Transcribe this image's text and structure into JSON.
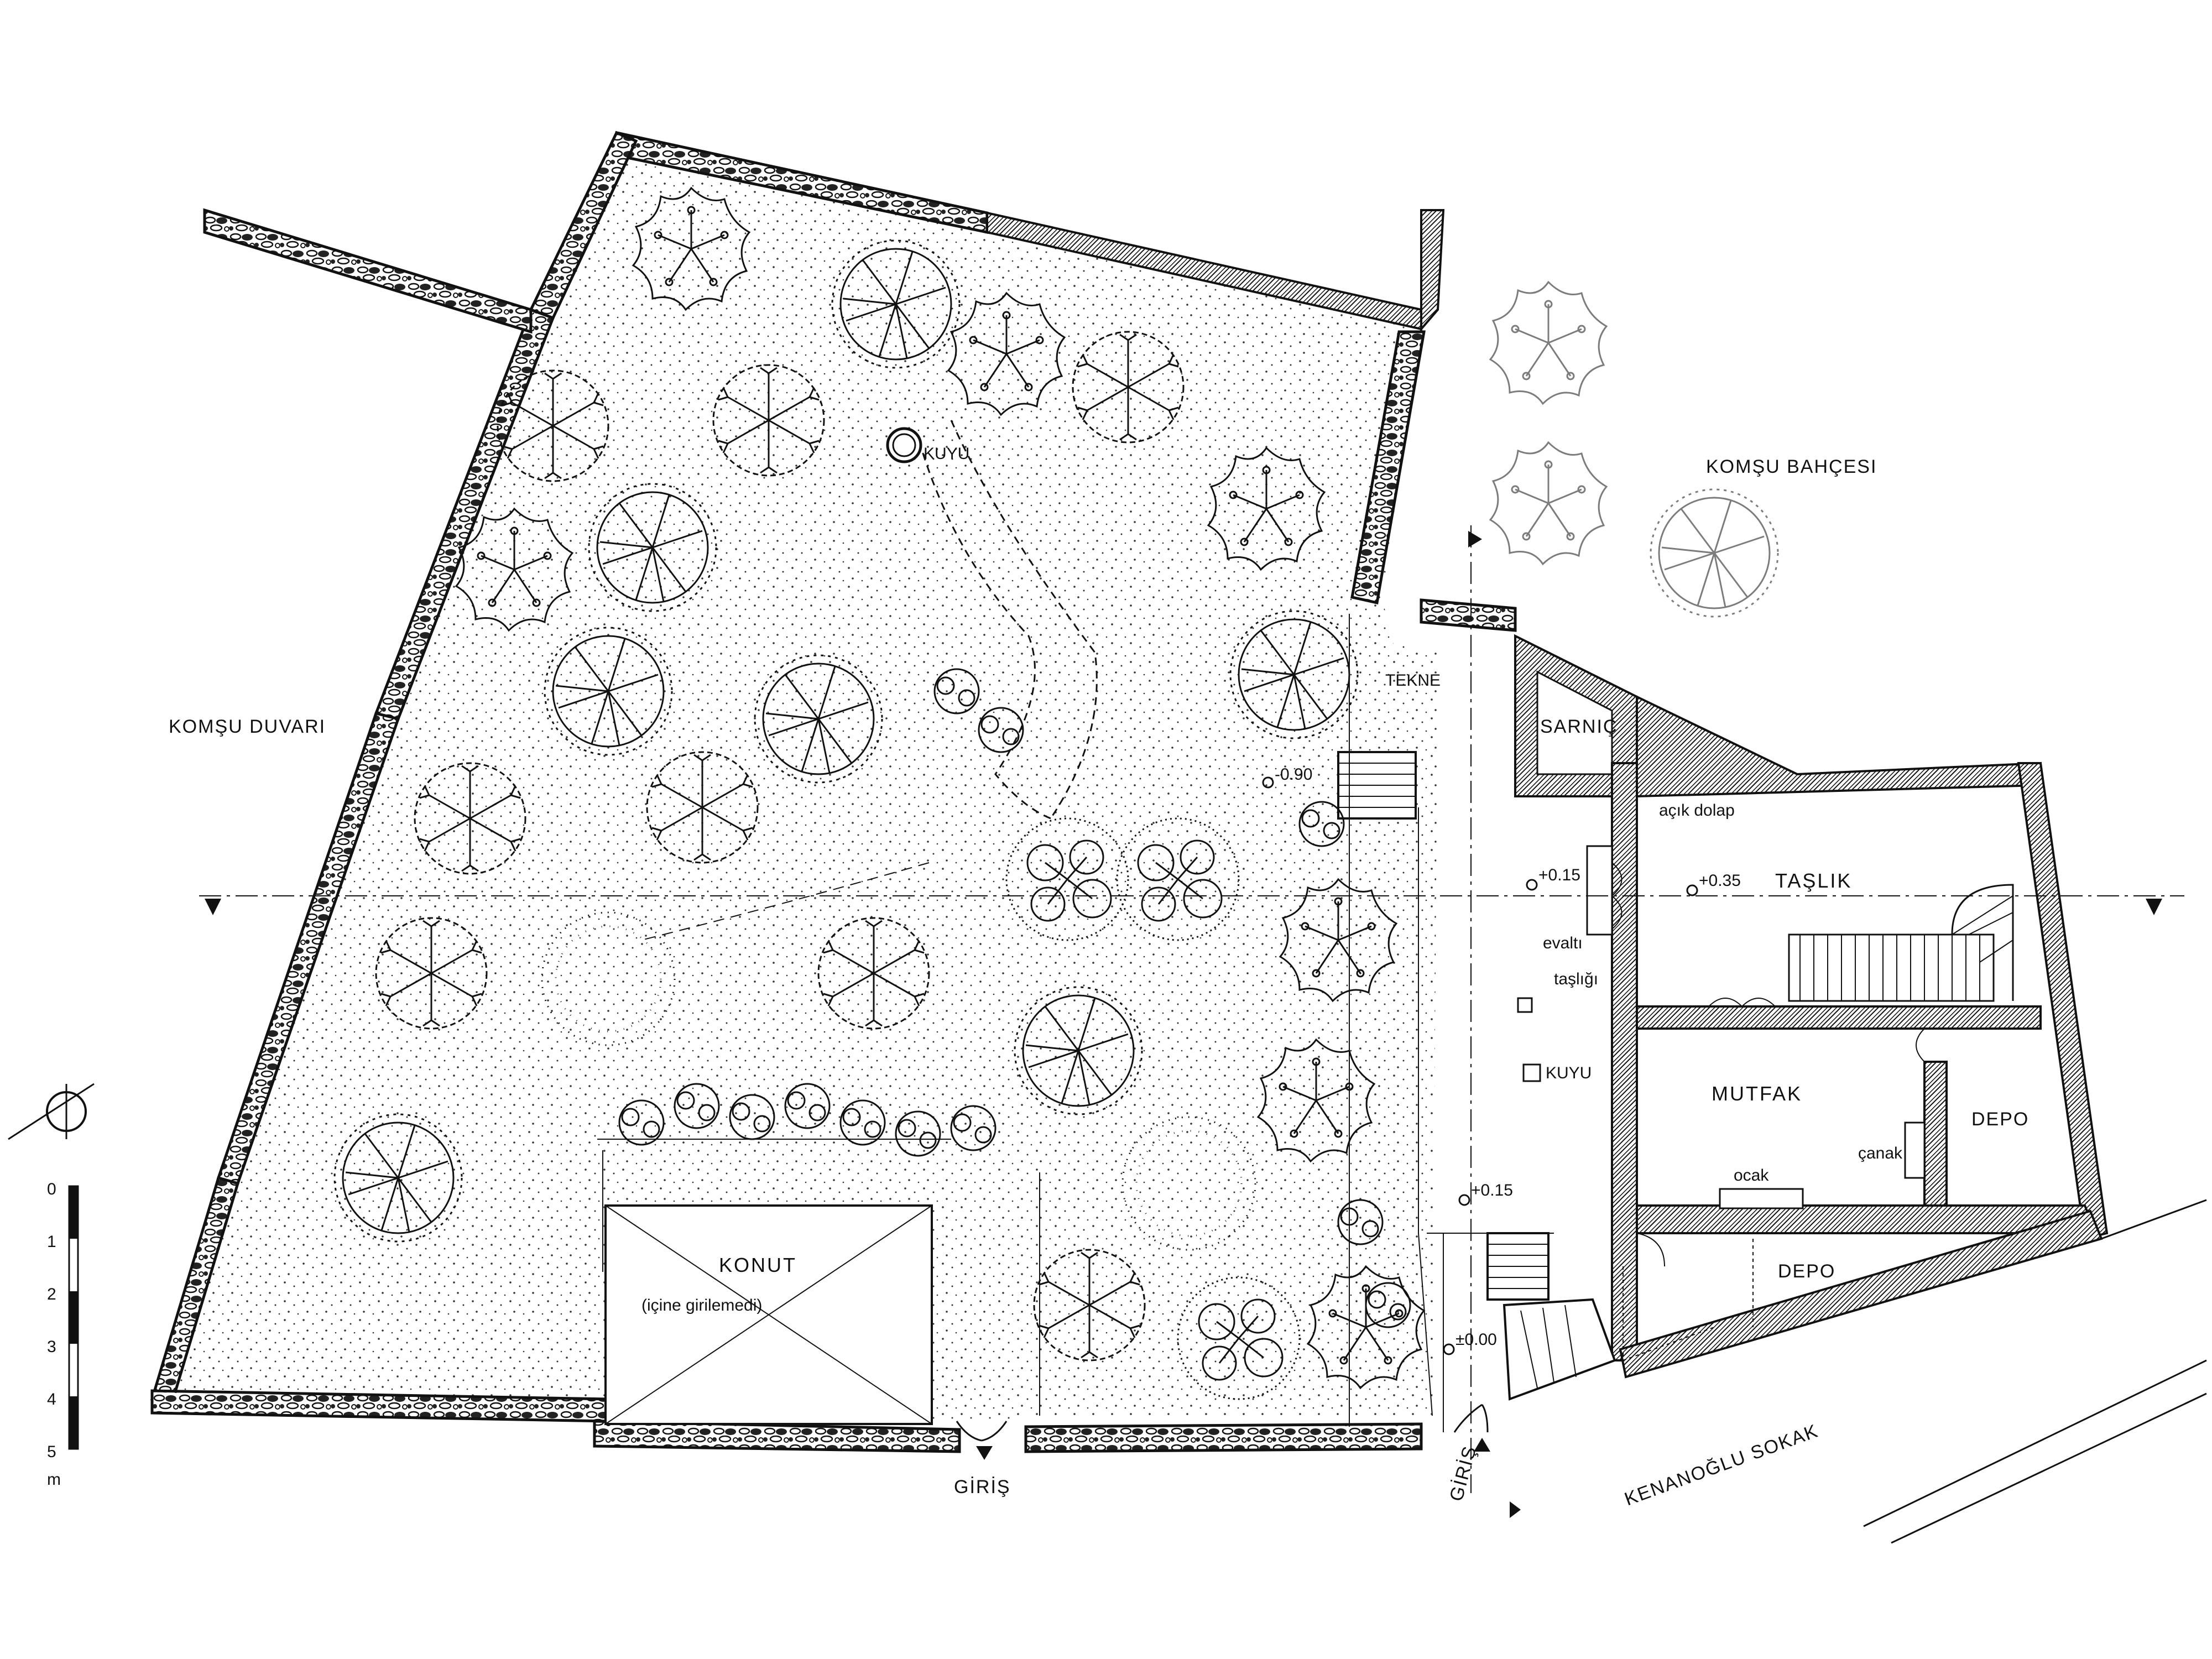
{
  "labels": {
    "komsu_duvari": "KOMŞU DUVARI",
    "komsu_bahcesi": "KOMŞU BAHÇESI",
    "kuyu_garden": "KUYU",
    "tekne": "TEKNE",
    "sarnic": "SARNIÇ",
    "acik_dolap": "açık dolap",
    "taslik": "TAŞLIK",
    "evalti": "evaltı",
    "tasligi": "taşlığı",
    "kuyu_yard": "KUYU",
    "mutfak": "MUTFAK",
    "depo_1": "DEPO",
    "depo_2": "DEPO",
    "canak": "çanak",
    "ocak": "ocak",
    "konut": "KONUT",
    "konut_note": "(içine girilemedi)",
    "giris_1": "GİRİŞ",
    "giris_2": "GİRİŞ",
    "sokak": "KENANOĞLU SOKAK"
  },
  "levels": {
    "l090": "-0.90",
    "l015a": "+0.15",
    "l035": "+0.35",
    "l015b": "+0.15",
    "l000": "±0.00"
  },
  "scale": {
    "ticks": [
      "0",
      "1",
      "2",
      "3",
      "4",
      "5"
    ],
    "unit": "m"
  },
  "icons": [
    "north-arrow-icon",
    "section-marker-icon",
    "tree-symbol-icon",
    "well-icon"
  ]
}
